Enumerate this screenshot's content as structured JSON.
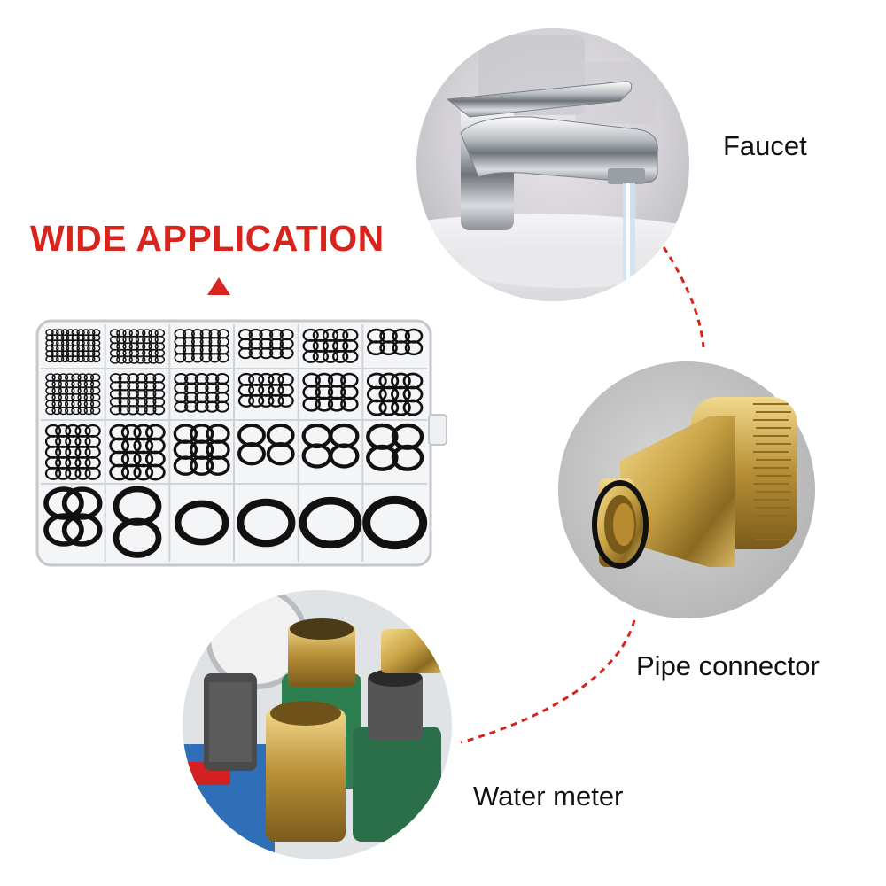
{
  "headline": "WIDE APPLICATION",
  "applications": [
    {
      "label": "Faucet"
    },
    {
      "label": "Pipe connector"
    },
    {
      "label": "Water meter"
    }
  ],
  "colors": {
    "accent_red": "#d8241d",
    "brass": "#c9a245",
    "oring_black": "#111111"
  }
}
